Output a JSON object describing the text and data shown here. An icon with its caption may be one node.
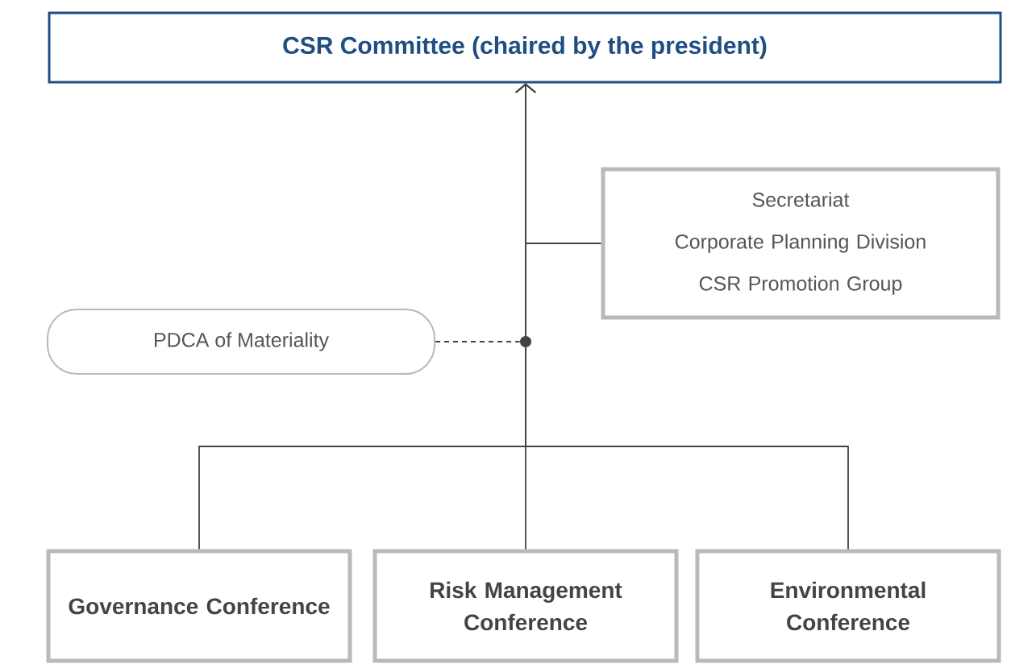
{
  "diagram": {
    "nodes": [
      {
        "text": [
          "CSR Committee (chaired by the president)"
        ]
      },
      {
        "text": [
          "Secretariat",
          "Corporate Planning Division",
          "CSR Promotion Group"
        ]
      },
      {
        "text": [
          "PDCA of Materiality"
        ]
      },
      {
        "text": [],
        "shape": "circle"
      },
      {
        "text": [
          "Governance Conference"
        ]
      },
      {
        "text": [
          "Risk Management Conference"
        ]
      },
      {
        "text": [
          "Environmental Conference"
        ]
      }
    ],
    "edges": [
      {
        "from": 4,
        "to": 0,
        "arrow": "to"
      },
      {
        "from": 5,
        "to": 0,
        "arrow": "to"
      },
      {
        "from": 6,
        "to": 0,
        "arrow": "to"
      },
      {
        "from": 1,
        "to": 0,
        "arrow": "to"
      },
      {
        "from": 3,
        "to": 0,
        "arrow": "to"
      },
      {
        "from": 2,
        "to": 3,
        "arrow": "none",
        "style": "dashed"
      }
    ]
  }
}
